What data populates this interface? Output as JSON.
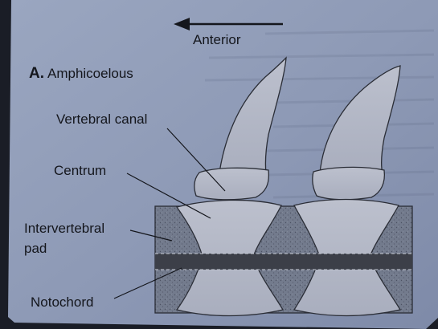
{
  "figure": {
    "panel_letter": "A.",
    "panel_title": "Amphicoelous",
    "direction_label": "Anterior",
    "labels": {
      "vertebral_canal": "Vertebral canal",
      "centrum": "Centrum",
      "intervertebral_line1": "Intervertebral",
      "intervertebral_line2": "pad",
      "notochord": "Notochord"
    }
  },
  "colors": {
    "page": "#8d99b4",
    "bone": "#b3b8c6",
    "pad": "#70788a",
    "notochord": "#3c3f48",
    "ink": "#14161c"
  }
}
